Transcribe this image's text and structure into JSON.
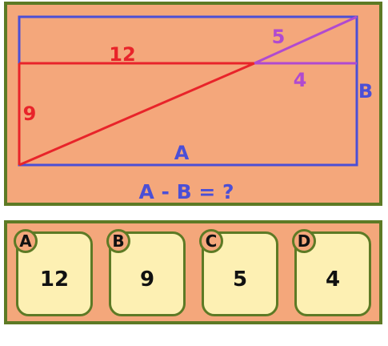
{
  "puzzle": {
    "labels": {
      "top_segment": "12",
      "diagonal_upper": "5",
      "right_segment": "4",
      "left_side": "9",
      "right_side": "B",
      "bottom_side": "A"
    },
    "question": "A - B = ?",
    "colors": {
      "rectangle": "#4b4fd6",
      "red": "#e8242a",
      "purple": "#b04ad0"
    }
  },
  "answers": [
    {
      "letter": "A",
      "value": "12"
    },
    {
      "letter": "B",
      "value": "9"
    },
    {
      "letter": "C",
      "value": "5"
    },
    {
      "letter": "D",
      "value": "4"
    }
  ]
}
